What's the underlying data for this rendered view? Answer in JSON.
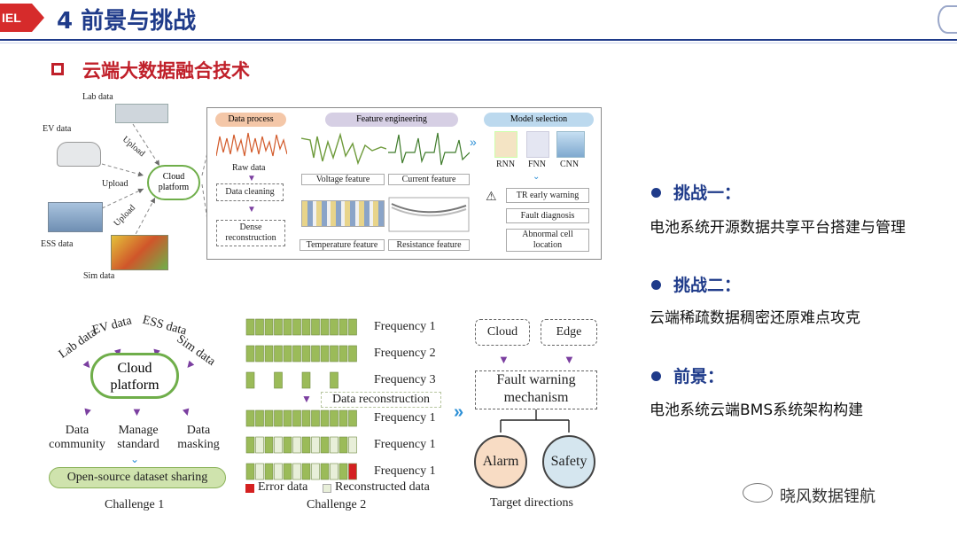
{
  "header": {
    "tag": "IEL",
    "title": "4 前景与挑战"
  },
  "section": {
    "title": "云端大数据融合技术"
  },
  "top_diagram": {
    "sources": {
      "lab": "Lab data",
      "ev": "EV data",
      "ess": "ESS data",
      "sim": "Sim data"
    },
    "upload_labels": [
      "Upload",
      "Upload",
      "Upload"
    ],
    "cloud": "Cloud platform",
    "data_process": {
      "header": "Data process",
      "raw": "Raw data",
      "cleaning": "Data cleaning",
      "dense": "Dense reconstruction"
    },
    "feature_engineering": {
      "header": "Feature engineering",
      "voltage": "Voltage feature",
      "current": "Current feature",
      "temperature": "Temperature feature",
      "resistance": "Resistance feature"
    },
    "model_selection": {
      "header": "Model selection",
      "models": [
        "RNN",
        "FNN",
        "CNN"
      ],
      "tr": "TR early warning",
      "fault": "Fault diagnosis",
      "abnormal": "Abnormal cell location"
    }
  },
  "challenge1": {
    "sources": [
      "Lab data",
      "EV data",
      "ESS data",
      "Sim data"
    ],
    "cloud": "Cloud platform",
    "outputs": [
      "Data community",
      "Manage standard",
      "Data masking"
    ],
    "sharing": "Open-source dataset sharing",
    "caption": "Challenge 1"
  },
  "challenge2": {
    "freq_labels": [
      "Frequency 1",
      "Frequency 2",
      "Frequency 3",
      "Frequency 1",
      "Frequency 1",
      "Frequency 1"
    ],
    "reconstruction": "Data reconstruction",
    "legend_error": "Error data",
    "legend_recon": "Reconstructed data",
    "caption": "Challenge 2",
    "colors": {
      "green": "#9bbb59",
      "light": "#e8efd9",
      "error": "#d42020"
    }
  },
  "target": {
    "cloud": "Cloud",
    "edge": "Edge",
    "mechanism": "Fault warning mechanism",
    "alarm": "Alarm",
    "safety": "Safety",
    "caption": "Target directions"
  },
  "bullets": [
    {
      "label": "挑战一：",
      "text": "电池系统开源数据共享平台搭建与管理"
    },
    {
      "label": "挑战二：",
      "text": "云端稀疏数据稠密还原难点攻克"
    },
    {
      "label": "前景：",
      "text": "电池系统云端BMS系统架构构建"
    }
  ],
  "watermark": "晓风数据锂航",
  "colors": {
    "accent": "#1f3b8a",
    "red": "#c0202a",
    "purple": "#7b3fa0"
  }
}
